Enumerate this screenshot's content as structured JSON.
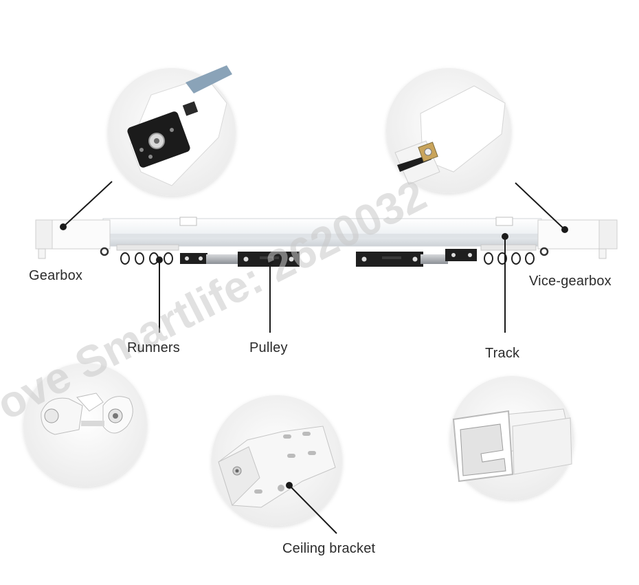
{
  "labels": {
    "gearbox": "Gearbox",
    "vice_gearbox": "Vice-gearbox",
    "runners": "Runners",
    "pulley": "Pulley",
    "track": "Track",
    "ceiling_bracket": "Ceiling bracket"
  },
  "watermark": "ove Smartlife: 2620032",
  "colors": {
    "track": "#f2f4f6",
    "track_shadow": "#d6dade",
    "pulley_metal": "#a9adb2",
    "pulley_dark": "#1f1f1f",
    "circle_bg": "#f1f1f1",
    "leader_line": "#1a1a1a",
    "watermark": "#c8c8c8"
  }
}
